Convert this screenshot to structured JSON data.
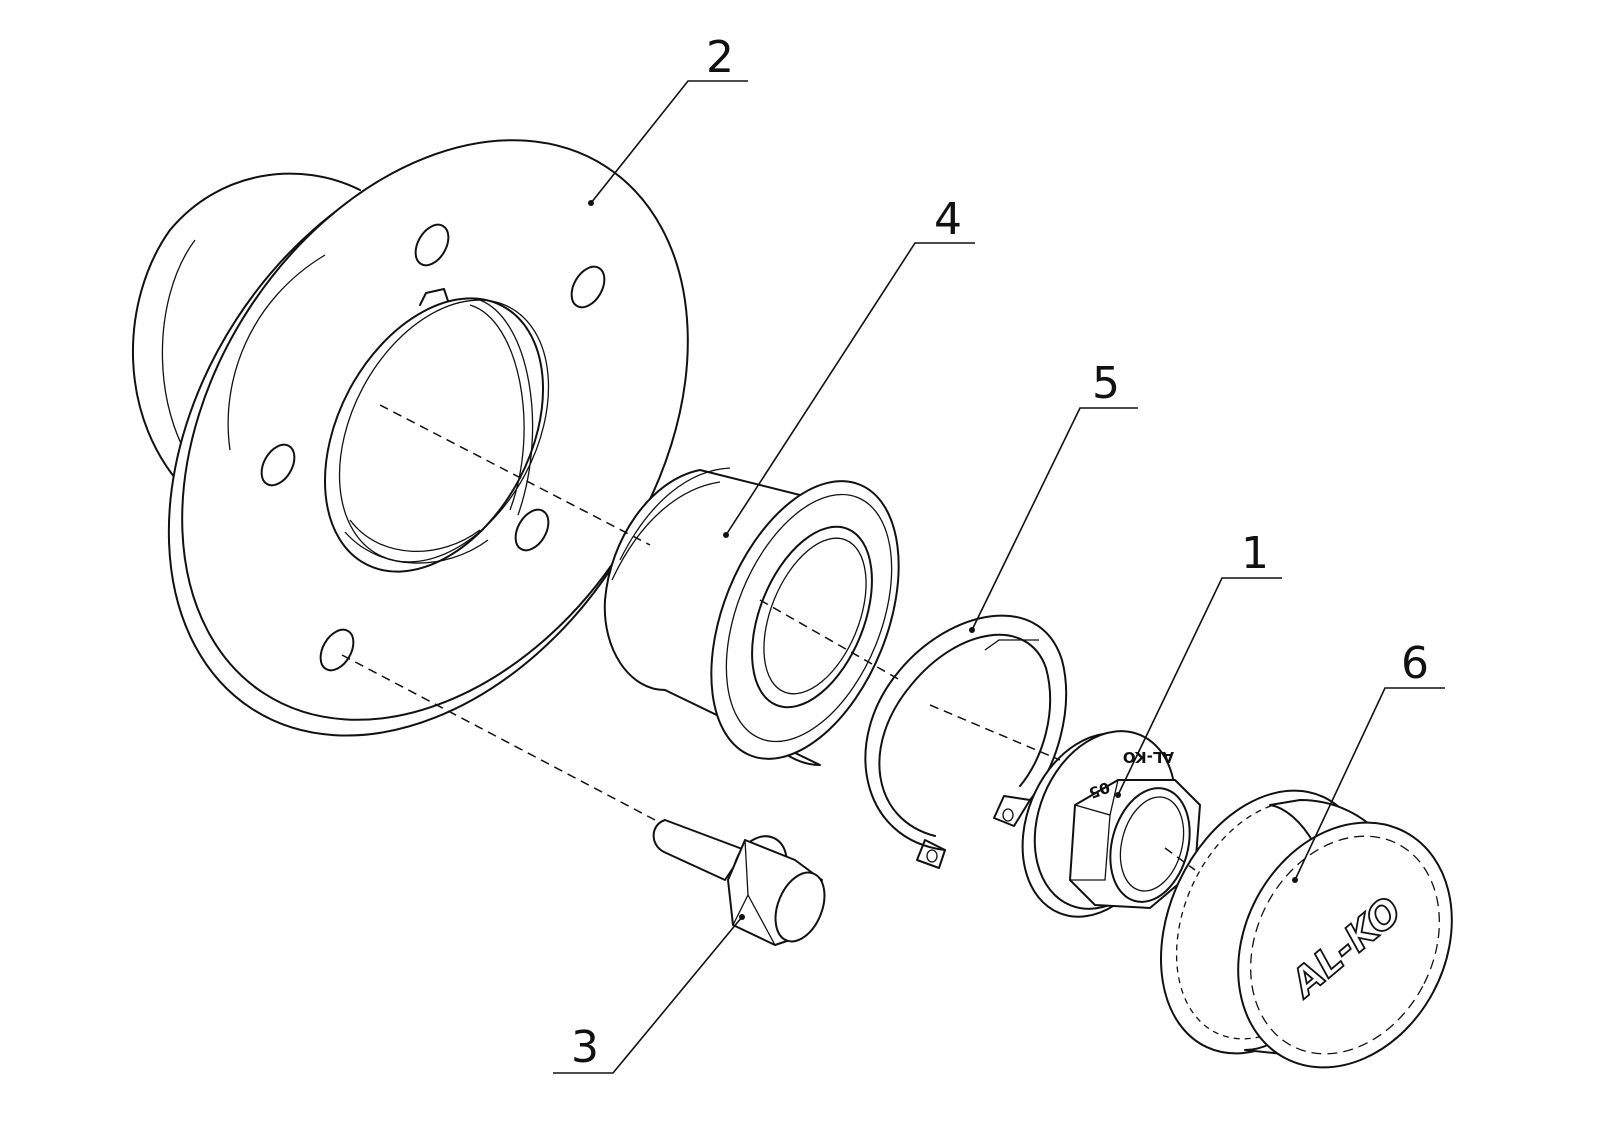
{
  "callouts": [
    {
      "id": "1",
      "label": "1"
    },
    {
      "id": "2",
      "label": "2"
    },
    {
      "id": "3",
      "label": "3"
    },
    {
      "id": "4",
      "label": "4"
    },
    {
      "id": "5",
      "label": "5"
    },
    {
      "id": "6",
      "label": "6"
    }
  ],
  "markings": {
    "nut_brand": "AL-KO",
    "nut_code": "05",
    "cap_logo": "AL-KO"
  },
  "colors": {
    "line": "#111111",
    "background": "#ffffff"
  }
}
